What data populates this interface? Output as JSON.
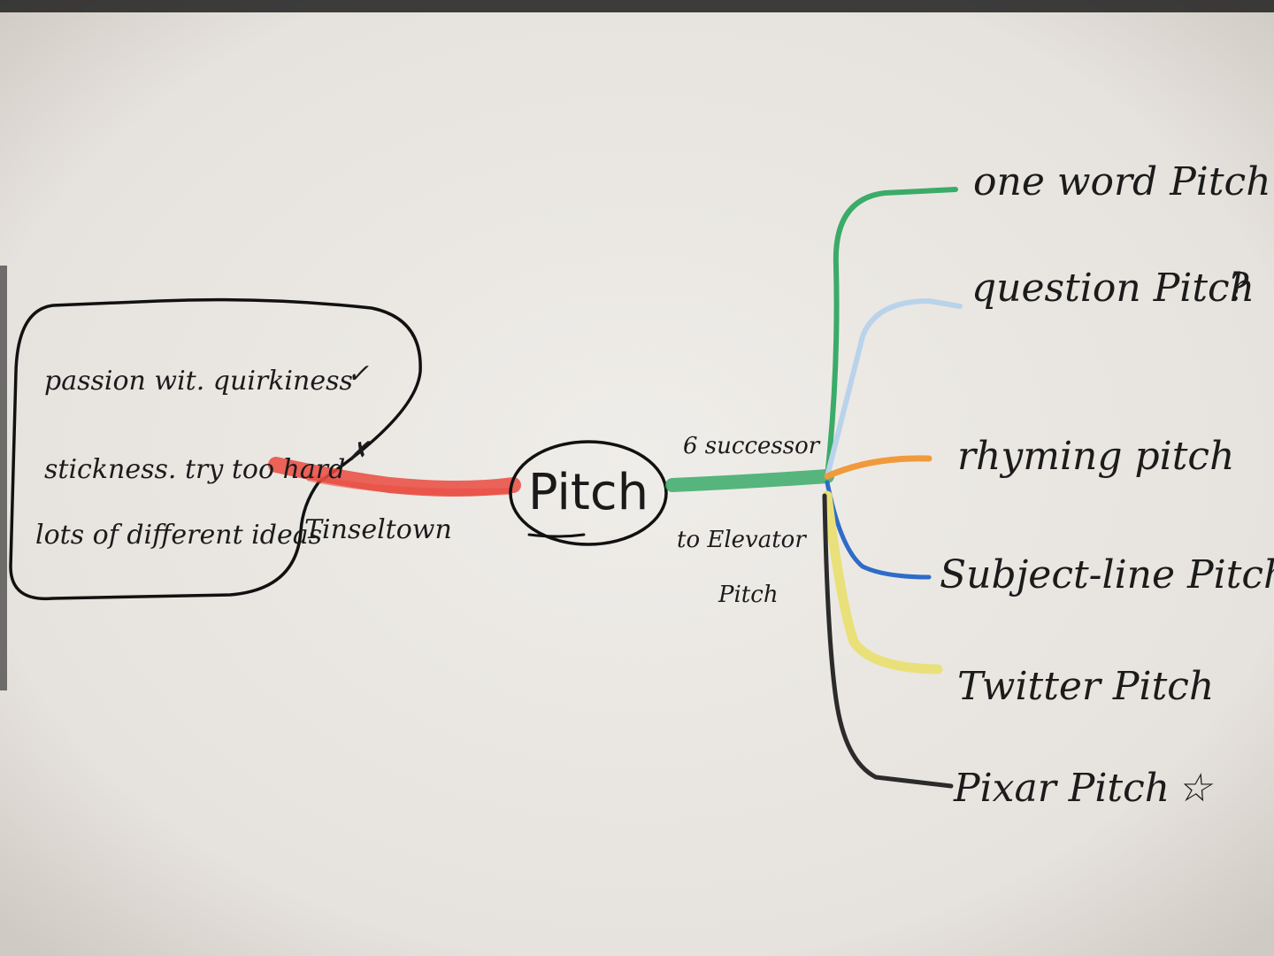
{
  "center": {
    "label": "Pitch"
  },
  "left_box": {
    "items": [
      {
        "text": "passion wit. quirkiness",
        "mark": "✓"
      },
      {
        "text": "stickness. try too hard",
        "mark": "✗"
      },
      {
        "text": "lots of different ideas",
        "mark": ""
      }
    ],
    "link_label": "Tinseltown",
    "link_color": "#ea4a3f"
  },
  "right_link": {
    "label_top": "6 successor",
    "label_bottom_1": "to Elevator",
    "label_bottom_2": "Pitch",
    "color": "#3bab68"
  },
  "branches": [
    {
      "label": "one word Pitch",
      "mark": "",
      "color": "#3bab68"
    },
    {
      "label": "question Pitch",
      "mark": "?",
      "color": "#b9d3ea"
    },
    {
      "label": "rhyming pitch",
      "mark": "",
      "color": "#f09a3c"
    },
    {
      "label": "Subject-line Pitch",
      "mark": "",
      "color": "#2f6bc8"
    },
    {
      "label": "Twitter Pitch",
      "mark": "",
      "color": "#e9e07a"
    },
    {
      "label": "Pixar Pitch",
      "mark": "☆",
      "color": "#2b2b2b"
    }
  ]
}
